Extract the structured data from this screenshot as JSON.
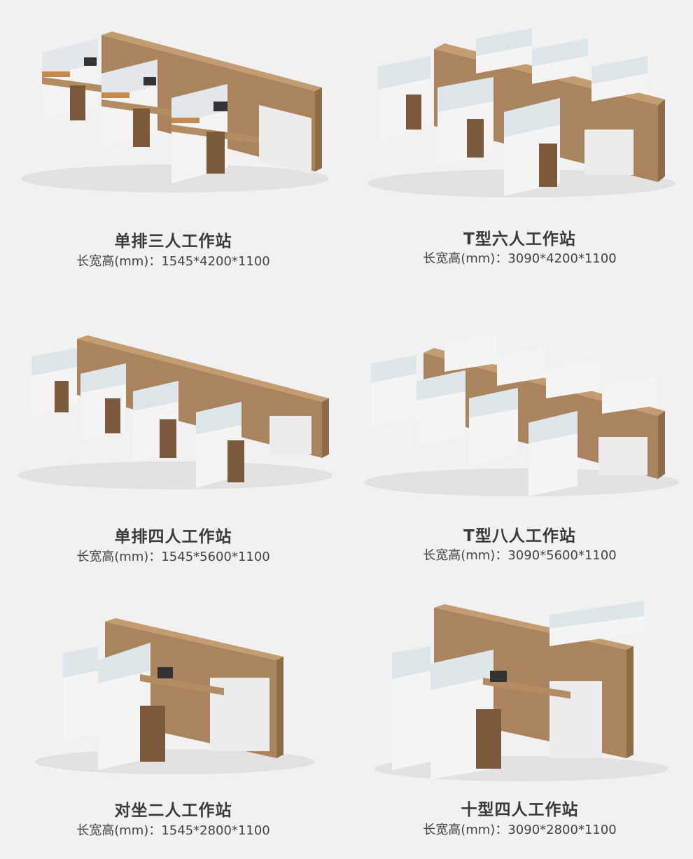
{
  "products": [
    {
      "title": "单排三人工作站",
      "dims": "长宽高(mm)：1545*4200*1100",
      "icon": "workstation-single-row-3-illustration",
      "colors": {
        "wood": "#a9845c",
        "panel": "#f4f4f4",
        "frame": "#d6d6d6",
        "glass": "#dfe6ea"
      }
    },
    {
      "title": "T型六人工作站",
      "dims": "长宽高(mm)：3090*4200*1100",
      "icon": "workstation-t-shape-6-illustration"
    },
    {
      "title": "单排四人工作站",
      "dims": "长宽高(mm)：1545*5600*1100",
      "icon": "workstation-single-row-4-illustration"
    },
    {
      "title": "T型八人工作站",
      "dims": "长宽高(mm)：3090*5600*1100",
      "icon": "workstation-t-shape-8-illustration"
    },
    {
      "title": "对坐二人工作站",
      "dims": "长宽高(mm)：1545*2800*1100",
      "icon": "workstation-facing-2-illustration"
    },
    {
      "title": "十型四人工作站",
      "dims": "长宽高(mm)：3090*2800*1100",
      "icon": "workstation-cross-4-illustration"
    }
  ]
}
